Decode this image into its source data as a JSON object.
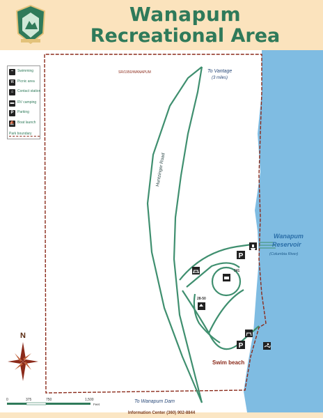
{
  "title_line1": "Wanapum",
  "title_line2": "Recreational Area",
  "legend": [
    {
      "label": "Swimming",
      "icon": "swimmer-icon"
    },
    {
      "label": "Picnic area",
      "icon": "picnic-table-icon"
    },
    {
      "label": "Contact station",
      "icon": "contact-station-icon"
    },
    {
      "label": "RV camping",
      "icon": "rv-icon"
    },
    {
      "label": "Parking",
      "icon": "parking-icon",
      "glyph": "P"
    },
    {
      "label": "Boat launch",
      "icon": "boat-launch-icon"
    }
  ],
  "legend_boundary": "Park boundary",
  "labels": {
    "sign_top": "SR/1950/WANAPUM",
    "to_vantage": "To Vantage",
    "to_vantage_dist": "(3 miles)",
    "road": "Huntzinger Road",
    "reservoir_1": "Wanapum",
    "reservoir_2": "Reservoir",
    "river": "(Columbia River)",
    "swim_beach": "Swim beach",
    "to_dam": "To Wanapum Dam",
    "site_a": "341",
    "site_b": "28-50",
    "north": "N"
  },
  "scale": {
    "ticks": [
      "0",
      "375",
      "750",
      "1,500"
    ],
    "unit": "Feet"
  },
  "footer": "Information Center (360) 902-8844",
  "colors": {
    "land": "#ffffff",
    "water": "#79b9e0",
    "road": "#3f8f6f",
    "boundary": "#8b2a1a",
    "title": "#2f7a5a"
  }
}
